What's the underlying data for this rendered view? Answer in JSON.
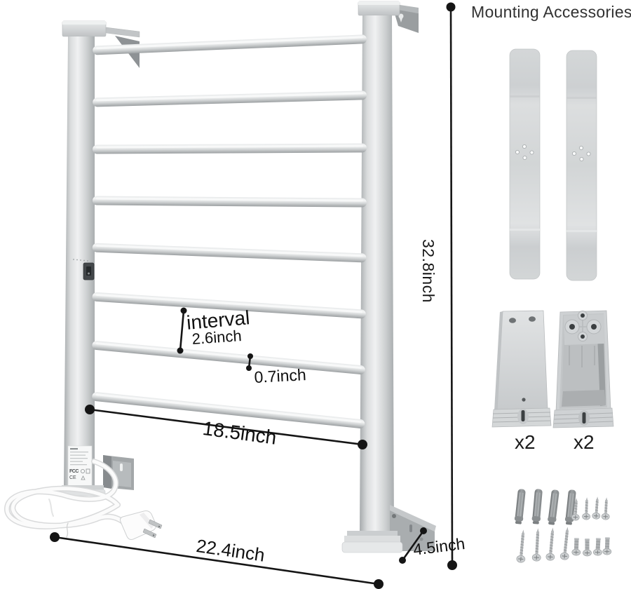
{
  "accessories": {
    "title": "Mounting Accessories :",
    "cover_front": {
      "qty": "x2"
    },
    "cover_back": {
      "qty": "x2"
    },
    "hardware": {
      "anchors_count": 4,
      "small_screws_count": 4,
      "long_screws_count": 4,
      "machine_screws_count": 4
    },
    "strips_count": 2
  },
  "rack": {
    "bar_count": 8,
    "dimensions": {
      "height": "32.8inch",
      "interval_label": "interval",
      "interval_value": "2.6inch",
      "bar_diameter": "0.7inch",
      "inner_width": "18.5inch",
      "outer_width": "22.4inch",
      "depth": "4.5inch"
    },
    "sticker": {
      "mark_fcc": "FCC",
      "mark_ce": "CE"
    }
  },
  "colors": {
    "background": "#ffffff",
    "dimension_line": "#151515",
    "text": "#1c1c1c",
    "metal_light": "#f0f1f2",
    "metal_mid": "#cdd0d1",
    "metal_dark": "#9ca0a2"
  }
}
